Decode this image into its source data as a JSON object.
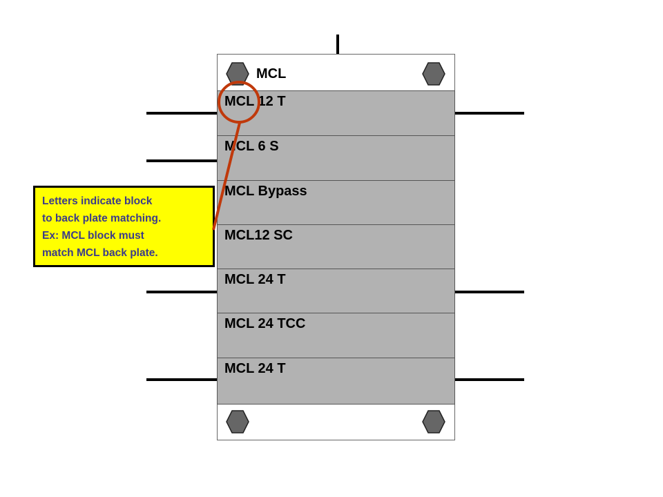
{
  "diagram": {
    "back_plate_label": "MCL",
    "blocks": [
      {
        "label": "MCL 12  T"
      },
      {
        "label": "MCL 6  S"
      },
      {
        "label": "MCL Bypass"
      },
      {
        "label": "MCL12 SC"
      },
      {
        "label": "MCL 24  T"
      },
      {
        "label": "MCL 24  TCC"
      },
      {
        "label": "MCL 24  T"
      }
    ],
    "callout": {
      "lines": [
        "Letters indicate block",
        "to back plate matching.",
        "Ex: MCL block must",
        "match MCL back plate."
      ]
    },
    "colors": {
      "block_fill": "#b2b2b2",
      "callout_fill": "#ffff00",
      "callout_text": "#3b3b8a",
      "highlight_circle": "#c0390b",
      "bolt": "#666666"
    }
  }
}
